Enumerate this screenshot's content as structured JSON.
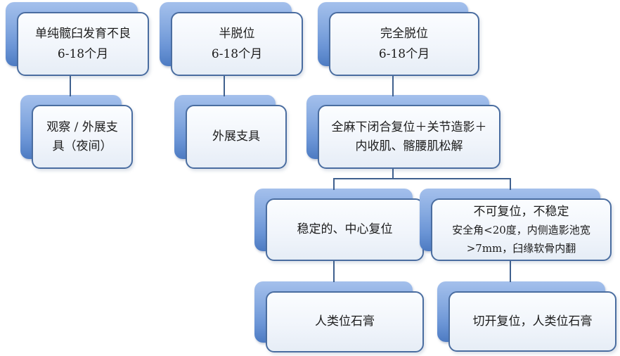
{
  "diagram": {
    "type": "flowchart",
    "background_color": "#ffffff",
    "accent_color": "#6b95d6",
    "box_border_color": "#4a6da0",
    "connector_color": "#3f608e",
    "nodes": [
      {
        "id": "acetabular-dysplasia",
        "lines": [
          "单纯髋臼发育不良",
          "6-18个月"
        ]
      },
      {
        "id": "subluxation",
        "lines": [
          "半脱位",
          "6-18个月"
        ]
      },
      {
        "id": "complete-dislocation",
        "lines": [
          "完全脱位",
          "6-18个月"
        ]
      },
      {
        "id": "observation-brace",
        "lines": [
          "观察 / 外展支",
          "具（夜间）"
        ]
      },
      {
        "id": "abduction-brace",
        "lines": [
          "外展支具"
        ]
      },
      {
        "id": "closed-reduction",
        "lines": [
          "全麻下闭合复位＋关节造影＋",
          "内收肌、髂腰肌松解"
        ]
      },
      {
        "id": "stable-reduction",
        "lines": [
          "稳定的、中心复位"
        ]
      },
      {
        "id": "irreducible-unstable",
        "lines": [
          "不可复位，不稳定",
          "安全角<20度，内侧造影池宽",
          ">7mm，臼缘软骨内翻"
        ]
      },
      {
        "id": "human-position-cast",
        "lines": [
          "人类位石膏"
        ]
      },
      {
        "id": "open-reduction-cast",
        "lines": [
          "切开复位，人类位石膏"
        ]
      }
    ],
    "edges": [
      {
        "from": "acetabular-dysplasia",
        "to": "observation-brace"
      },
      {
        "from": "subluxation",
        "to": "abduction-brace"
      },
      {
        "from": "complete-dislocation",
        "to": "closed-reduction"
      },
      {
        "from": "closed-reduction",
        "to": "stable-reduction"
      },
      {
        "from": "closed-reduction",
        "to": "irreducible-unstable"
      },
      {
        "from": "stable-reduction",
        "to": "human-position-cast"
      },
      {
        "from": "irreducible-unstable",
        "to": "open-reduction-cast"
      }
    ]
  }
}
